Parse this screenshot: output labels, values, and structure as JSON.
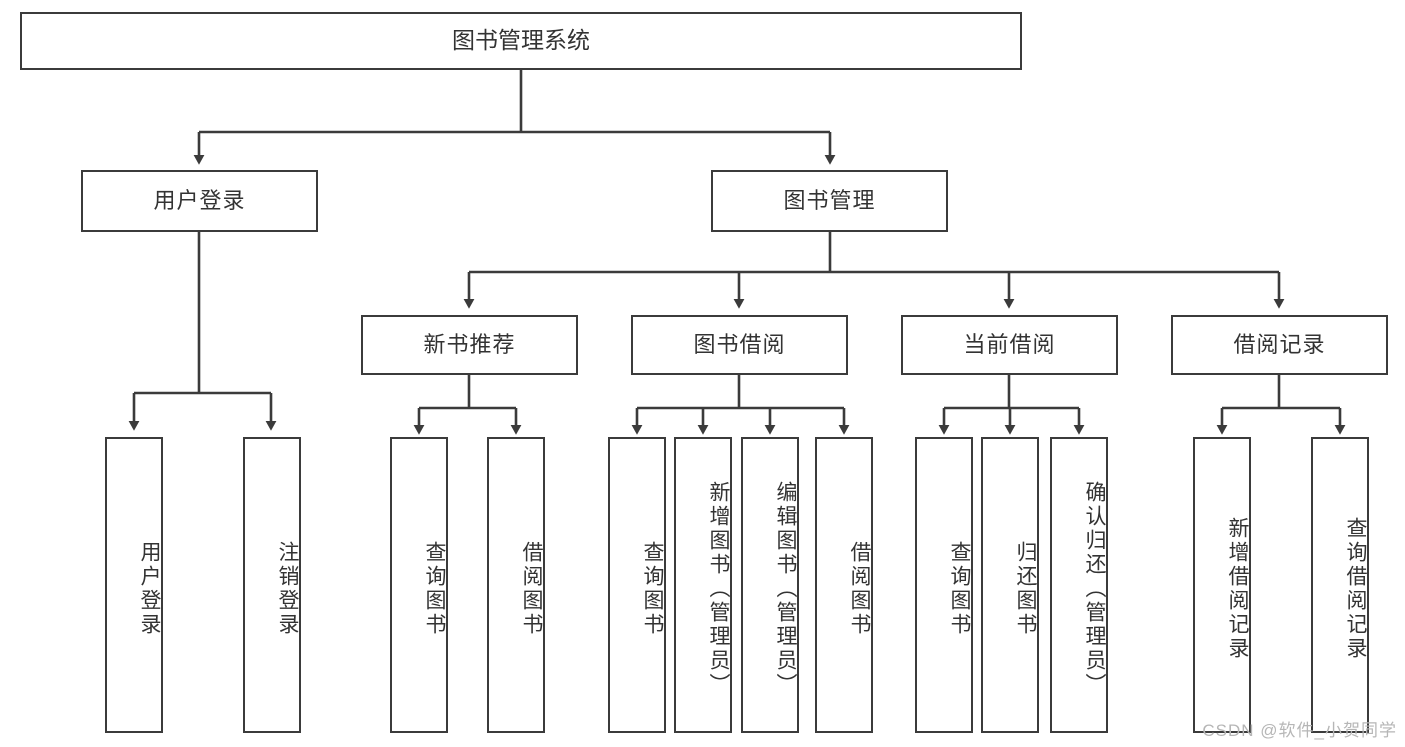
{
  "diagram": {
    "type": "tree",
    "title": "图书管理系统",
    "style": {
      "box_border_color": "#3b3b3b",
      "box_fill_color": "#ffffff",
      "text_color": "#333333",
      "line_color": "#3b3b3b",
      "background": "#ffffff"
    },
    "levels": {
      "root": {
        "label": "图书管理系统"
      },
      "level2": [
        {
          "id": "login",
          "label": "用户登录"
        },
        {
          "id": "bookmgmt",
          "label": "图书管理"
        }
      ],
      "level3": [
        {
          "id": "newbook",
          "label": "新书推荐",
          "parent": "bookmgmt"
        },
        {
          "id": "borrow",
          "label": "图书借阅",
          "parent": "bookmgmt"
        },
        {
          "id": "current",
          "label": "当前借阅",
          "parent": "bookmgmt"
        },
        {
          "id": "records",
          "label": "借阅记录",
          "parent": "bookmgmt"
        }
      ],
      "leaves": [
        {
          "id": "leaf-1",
          "label": "用户登录",
          "parent": "login"
        },
        {
          "id": "leaf-2",
          "label": "注销登录",
          "parent": "login"
        },
        {
          "id": "leaf-3",
          "label": "查询图书",
          "parent": "newbook"
        },
        {
          "id": "leaf-4",
          "label": "借阅图书",
          "parent": "newbook"
        },
        {
          "id": "leaf-5",
          "label": "查询图书",
          "parent": "borrow"
        },
        {
          "id": "leaf-6",
          "label": "新增图书（管理员）",
          "parent": "borrow"
        },
        {
          "id": "leaf-7",
          "label": "编辑图书（管理员）",
          "parent": "borrow"
        },
        {
          "id": "leaf-8",
          "label": "借阅图书",
          "parent": "borrow"
        },
        {
          "id": "leaf-9",
          "label": "查询图书",
          "parent": "current"
        },
        {
          "id": "leaf-10",
          "label": "归还图书",
          "parent": "current"
        },
        {
          "id": "leaf-11",
          "label": "确认归还（管理员）",
          "parent": "current"
        },
        {
          "id": "leaf-12",
          "label": "新增借阅记录",
          "parent": "records"
        },
        {
          "id": "leaf-13",
          "label": "查询借阅记录",
          "parent": "records"
        }
      ]
    }
  },
  "watermark": {
    "text": "CSDN @软件_小贺同学"
  }
}
